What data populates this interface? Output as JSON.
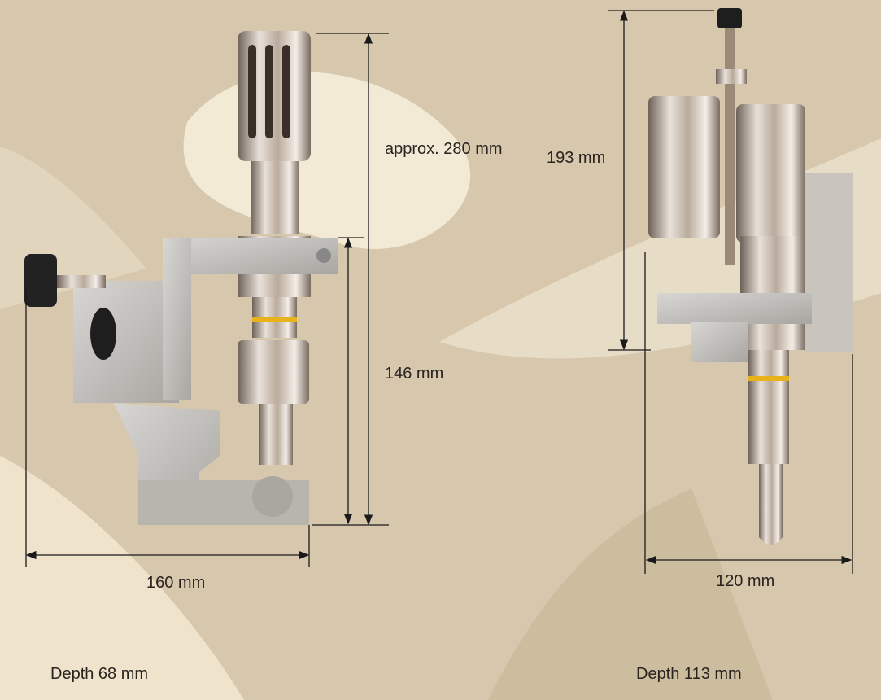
{
  "left_device": {
    "height_total": "approx. 280 mm",
    "height_arm": "146 mm",
    "width": "160 mm",
    "depth": "Depth 68 mm"
  },
  "right_device": {
    "height": "193 mm",
    "width": "120 mm",
    "depth": "Depth 113 mm"
  },
  "colors": {
    "background": "#d6c7ad",
    "highlight": "#f3ead6",
    "accent_band": "#e8b21a"
  }
}
